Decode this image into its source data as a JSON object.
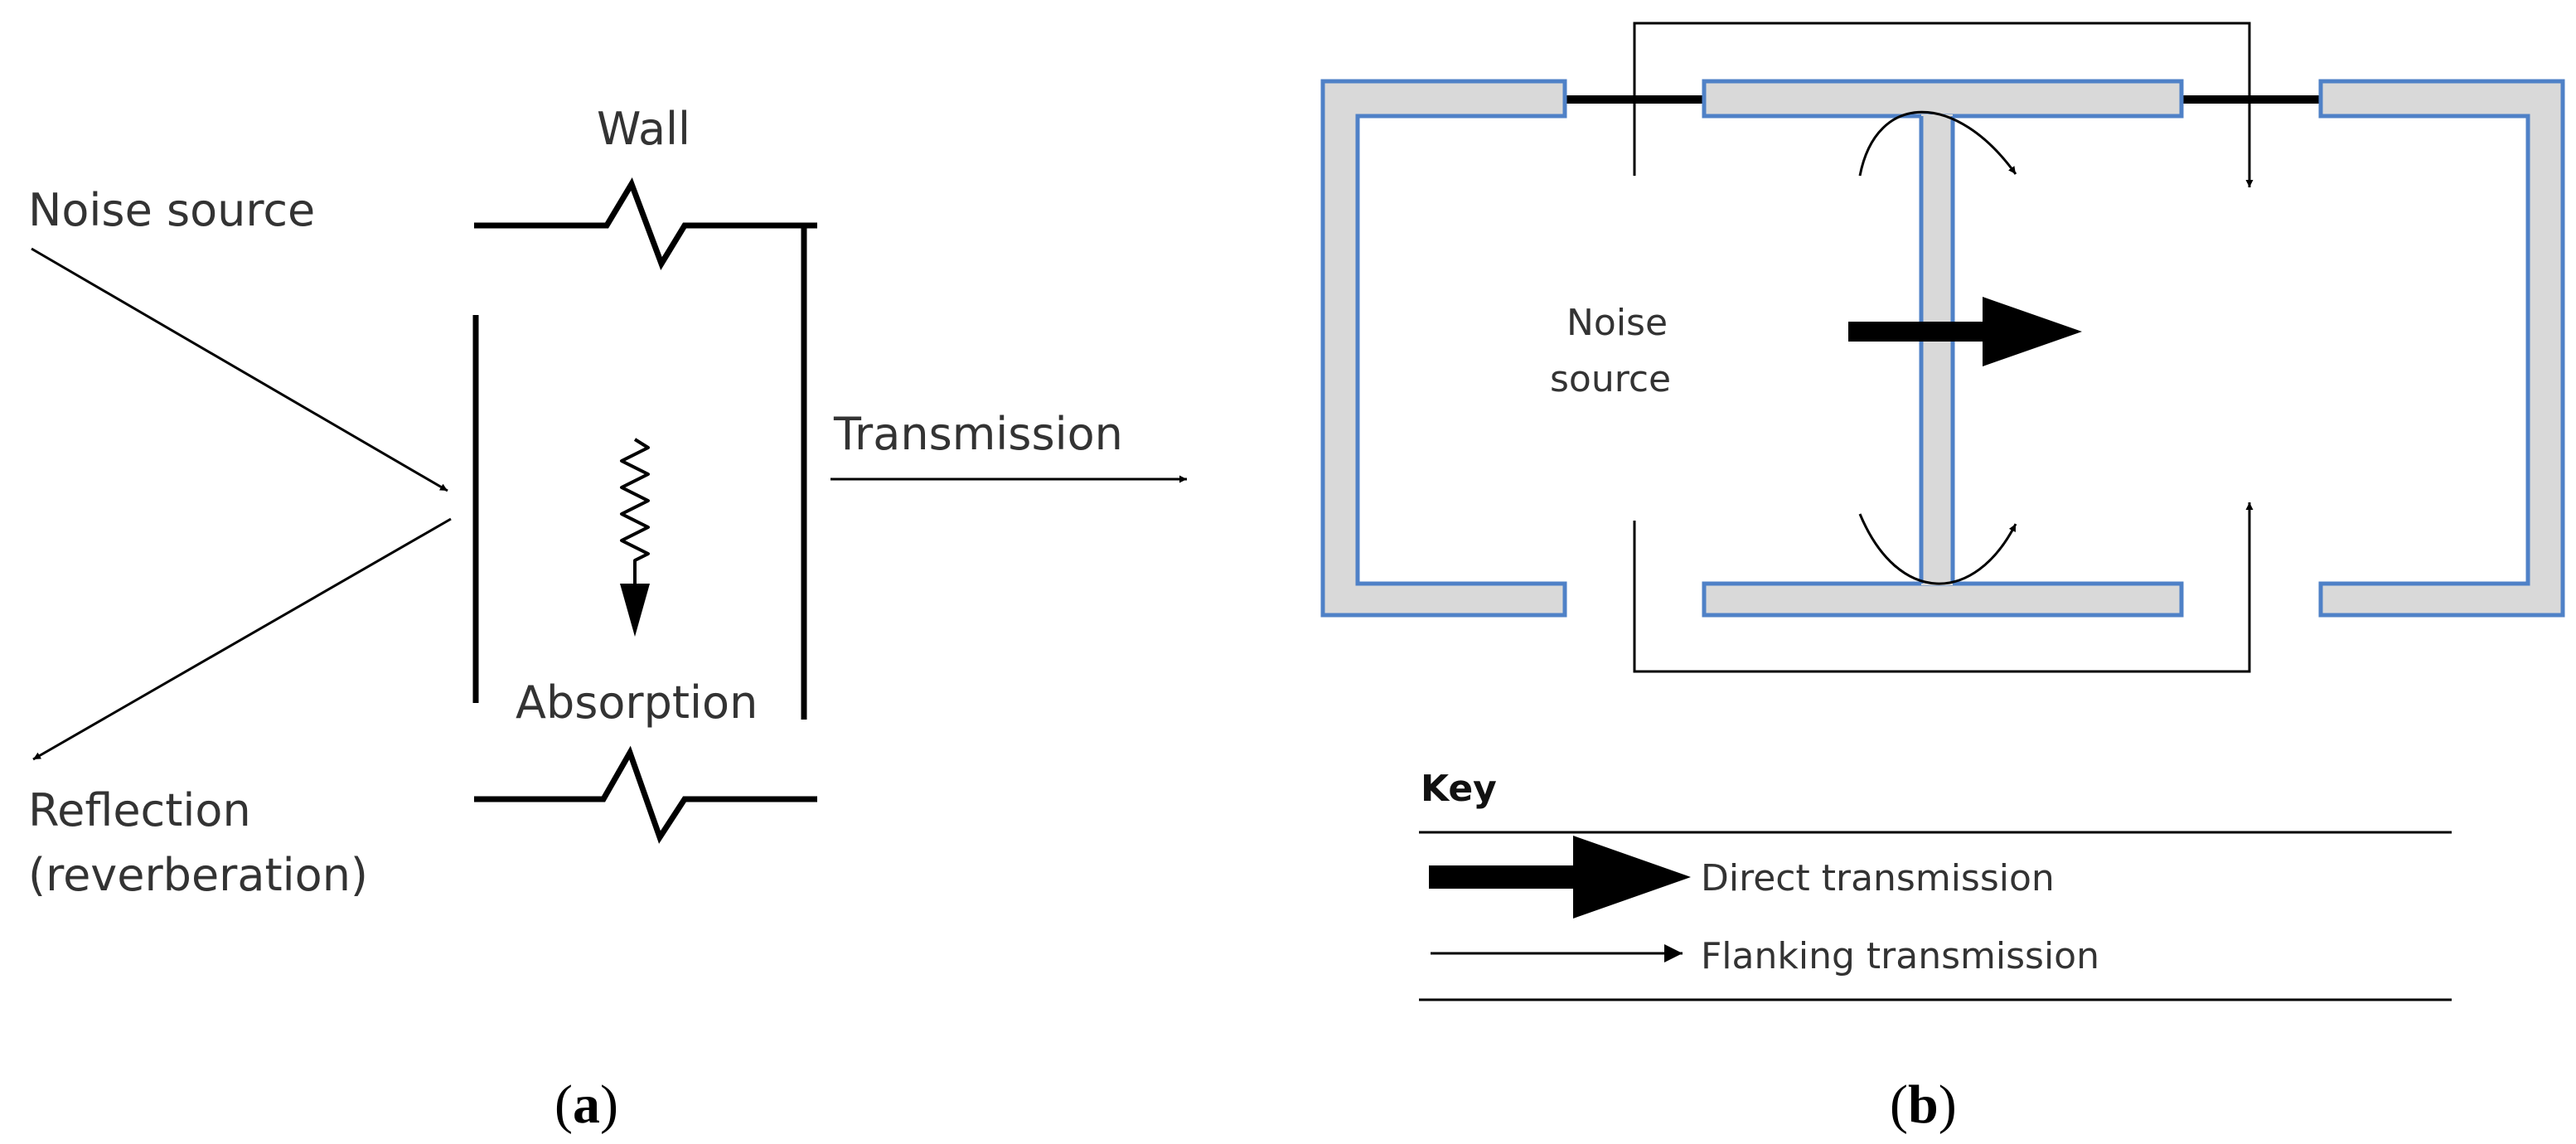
{
  "panel_a": {
    "wall_label": "Wall",
    "noise_source_label": "Noise source",
    "transmission_label": "Transmission",
    "absorption_label": "Absorption",
    "reflection_line1": "Reflection",
    "reflection_line2": "(reverberation)",
    "caption_open": "(",
    "caption_letter": "a",
    "caption_close": ")"
  },
  "panel_b": {
    "noise_source_line1": "Noise",
    "noise_source_line2": "source",
    "key_title": "Key",
    "direct_label": "Direct transmission",
    "flanking_label": "Flanking transmission",
    "caption_open": "(",
    "caption_letter": "b",
    "caption_close": ")"
  },
  "colors": {
    "wall_fill": "#d9d9d9",
    "wall_outline": "#4f81c7",
    "ink": "#000000",
    "text": "#333333"
  }
}
